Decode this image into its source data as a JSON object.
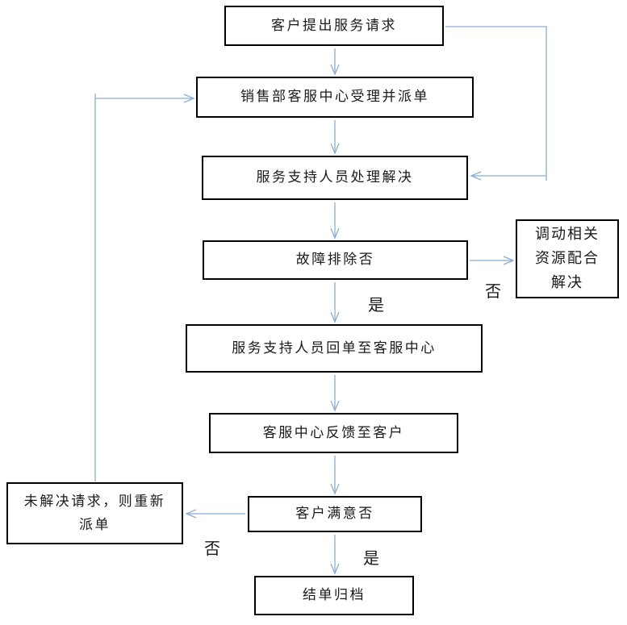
{
  "colors": {
    "arrow_line": "#8aadd6",
    "box_border": "#000000",
    "box_fill": "#ffffff",
    "text": "#1a1a1a",
    "background": "#ffffff"
  },
  "flowchart": {
    "nodes": [
      {
        "id": "customer-request",
        "label": "客户提出服务请求"
      },
      {
        "id": "dispatch-order",
        "label": "销售部客服中心受理并派单"
      },
      {
        "id": "support-handle",
        "label": "服务支持人员处理解决"
      },
      {
        "id": "fault-cleared",
        "label": "故障排除否"
      },
      {
        "id": "mobilize-resources",
        "label": "调动相关\n资源配合\n解决"
      },
      {
        "id": "return-order",
        "label": "服务支持人员回单至客服中心"
      },
      {
        "id": "feedback-customer",
        "label": "客服中心反馈至客户"
      },
      {
        "id": "customer-satisfied",
        "label": "客户满意否"
      },
      {
        "id": "redispatch",
        "label": "未解决请求，则重新\n派单"
      },
      {
        "id": "close-archive",
        "label": "结单归档"
      }
    ],
    "branch_labels": {
      "fault_yes": "是",
      "fault_no": "否",
      "satisfied_yes": "是",
      "satisfied_no": "否"
    },
    "edges": [
      {
        "from": "customer-request",
        "to": "dispatch-order"
      },
      {
        "from": "customer-request",
        "to": "support-handle"
      },
      {
        "from": "dispatch-order",
        "to": "support-handle"
      },
      {
        "from": "support-handle",
        "to": "fault-cleared"
      },
      {
        "from": "fault-cleared",
        "to": "mobilize-resources",
        "label": "否"
      },
      {
        "from": "fault-cleared",
        "to": "return-order",
        "label": "是"
      },
      {
        "from": "return-order",
        "to": "feedback-customer"
      },
      {
        "from": "feedback-customer",
        "to": "customer-satisfied"
      },
      {
        "from": "customer-satisfied",
        "to": "redispatch",
        "label": "否"
      },
      {
        "from": "customer-satisfied",
        "to": "close-archive",
        "label": "是"
      },
      {
        "from": "redispatch",
        "to": "dispatch-order"
      }
    ]
  }
}
